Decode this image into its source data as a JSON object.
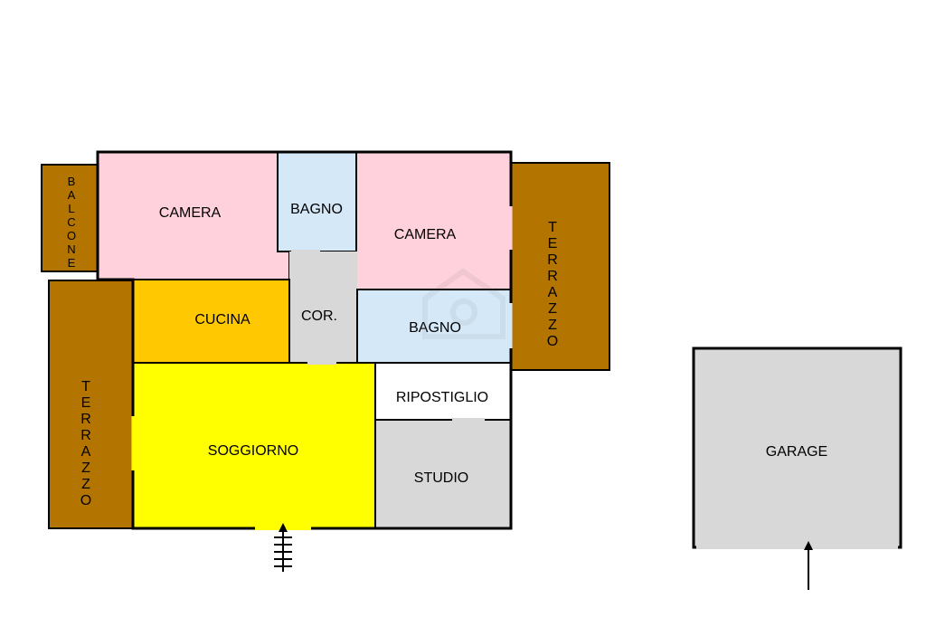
{
  "plan": {
    "rooms": {
      "camera_left": {
        "label": "CAMERA",
        "color": "#ffd1dc"
      },
      "bagno_top": {
        "label": "BAGNO",
        "color": "#d5e8f8"
      },
      "camera_right": {
        "label": "CAMERA",
        "color": "#ffd1dc"
      },
      "cucina": {
        "label": "CUCINA",
        "color": "#ffc800"
      },
      "corridoio": {
        "label": "COR.",
        "color": "#d8d8d8"
      },
      "bagno_right": {
        "label": "BAGNO",
        "color": "#d5e8f8"
      },
      "ripostiglio": {
        "label": "RIPOSTIGLIO",
        "color": "#ffffff"
      },
      "soggiorno": {
        "label": "SOGGIORNO",
        "color": "#ffff00"
      },
      "studio": {
        "label": "STUDIO",
        "color": "#d8d8d8"
      },
      "garage": {
        "label": "GARAGE",
        "color": "#d8d8d8"
      }
    },
    "outdoor": {
      "balcone": {
        "letters": [
          "B",
          "A",
          "L",
          "C",
          "O",
          "N",
          "E"
        ],
        "color": "#b37400"
      },
      "terrazzo_right": {
        "letters": [
          "T",
          "E",
          "R",
          "R",
          "A",
          "Z",
          "Z",
          "O"
        ],
        "color": "#b37400"
      },
      "terrazzo_left": {
        "letters": [
          "T",
          "E",
          "R",
          "R",
          "A",
          "Z",
          "Z",
          "O"
        ],
        "color": "#b37400"
      }
    },
    "wall_color": "#000000"
  }
}
